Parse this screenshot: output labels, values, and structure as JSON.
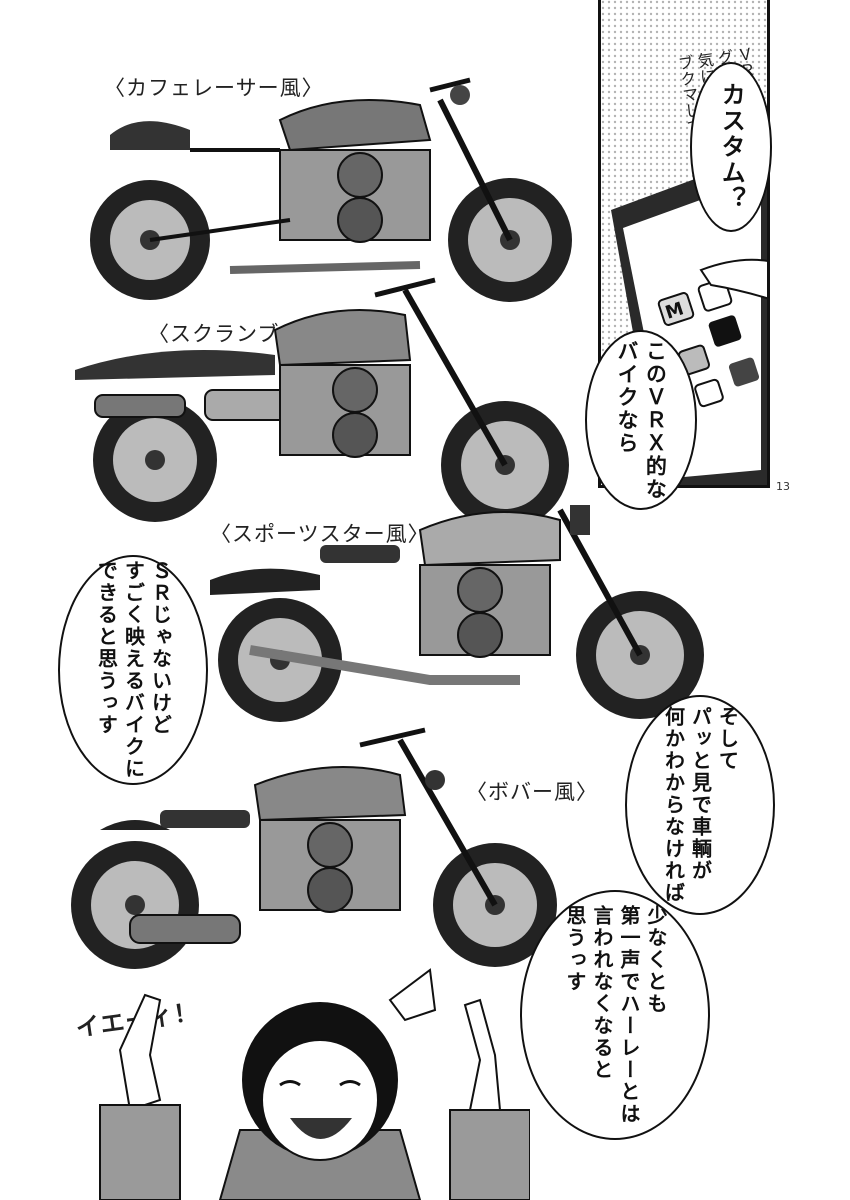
{
  "labels": {
    "cafe_racer": "〈カフェレーサー風〉",
    "scrambler": "〈スクランブラー風〉",
    "sportster": "〈スポーツスター風〉",
    "bobber": "〈ボバー風〉"
  },
  "balloons": {
    "custom_question": [
      "カスタム？"
    ],
    "vrx_bike": [
      "このＶＲＸ的な",
      "バイクなら"
    ],
    "sr_not": [
      "ＳＲじゃないけど",
      "すごく映えるバイクに",
      "できると思うっす"
    ],
    "and_then": [
      "そして",
      "パッと見で車輌が",
      "何かわからなければ"
    ],
    "at_least": [
      "少なくとも",
      "第一声でハーレーとは",
      "言われなくなると",
      "思うっす"
    ]
  },
  "phone_note": [
    "ＶＲＸ",
    "ググった時に",
    "気になったの",
    "ブクマしてるっす"
  ],
  "sfx": {
    "yay": "イエーィ！"
  },
  "page_number": "13",
  "colors": {
    "ink": "#111111",
    "tone_light": "#c8c8c8",
    "tone_mid": "#8a8a8a",
    "tone_dark": "#3a3a3a",
    "paper": "#ffffff"
  }
}
